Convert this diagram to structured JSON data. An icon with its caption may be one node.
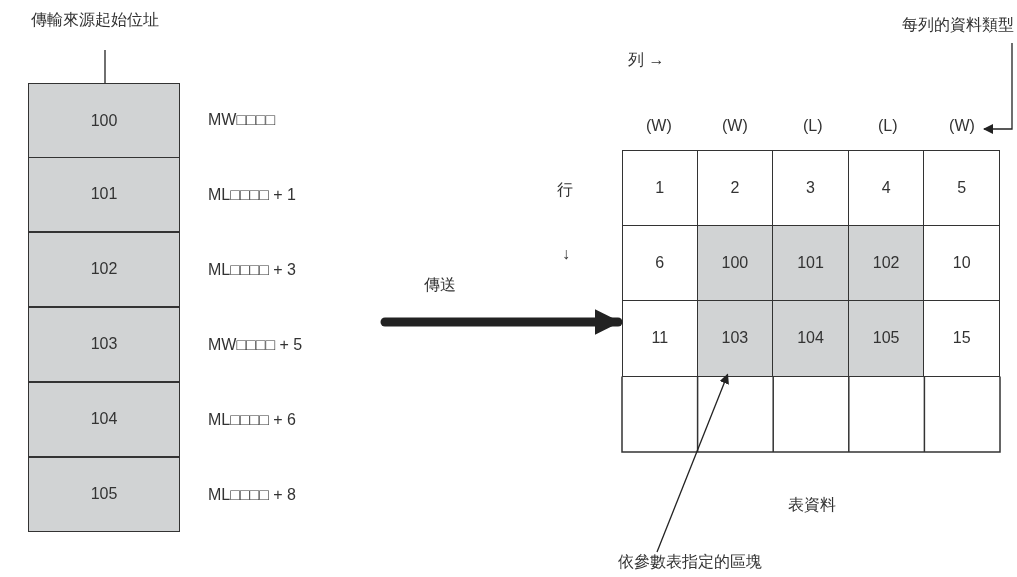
{
  "diagram": {
    "nodes": [
      {
        "text": [
          "傳輸來源起始位址"
        ]
      },
      {
        "text": [
          "100"
        ],
        "beside": [
          "MW□□□□"
        ]
      },
      {
        "text": [
          "101"
        ],
        "beside": [
          "ML□□□□ + 1"
        ]
      },
      {
        "text": [
          "102"
        ],
        "beside": [
          "ML□□□□ + 3"
        ]
      },
      {
        "text": [
          "103"
        ],
        "beside": [
          "MW□□□□ + 5"
        ]
      },
      {
        "text": [
          "104"
        ],
        "beside": [
          "ML□□□□ + 6"
        ]
      },
      {
        "text": [
          "105"
        ],
        "beside": [
          "ML□□□□ + 8"
        ]
      },
      {
        "text": [
          "每列的資料類型"
        ]
      },
      {
        "text": [
          "(W)"
        ]
      },
      {
        "text": [
          "表資料"
        ]
      },
      {
        "text": [
          "1"
        ],
        "in": 9
      },
      {
        "text": [
          "2"
        ],
        "in": 9
      },
      {
        "text": [
          "3"
        ],
        "in": 9
      },
      {
        "text": [
          "4"
        ],
        "in": 9
      },
      {
        "text": [
          "5"
        ],
        "in": 9
      },
      {
        "text": [
          "6"
        ],
        "in": 9
      },
      {
        "text": [
          "100"
        ],
        "in": 9
      },
      {
        "text": [
          "101"
        ],
        "in": 9
      },
      {
        "text": [
          "102"
        ],
        "in": 9
      },
      {
        "text": [
          "10"
        ],
        "in": 9
      },
      {
        "text": [
          "11"
        ],
        "in": 9
      },
      {
        "text": [
          "103"
        ],
        "in": 9
      },
      {
        "text": [
          "104"
        ],
        "in": 9
      },
      {
        "text": [
          "105"
        ],
        "in": 9
      },
      {
        "text": [
          "15"
        ],
        "in": 9
      },
      {
        "text": [
          "依參數表指定的區塊"
        ]
      }
    ],
    "edges": [
      {
        "from": 0,
        "to": 1,
        "arrow": "none"
      },
      {
        "from": 7,
        "to": 8,
        "arrow": "to"
      },
      {
        "from": null,
        "to": 9,
        "arrow": "to",
        "label": "傳送",
        "style": "thick"
      },
      {
        "from": 25,
        "to": 21,
        "arrow": "to"
      }
    ],
    "labels": [
      "列 →",
      "(W)",
      "(W)",
      "(L)",
      "(L)",
      "行",
      "↓"
    ]
  }
}
